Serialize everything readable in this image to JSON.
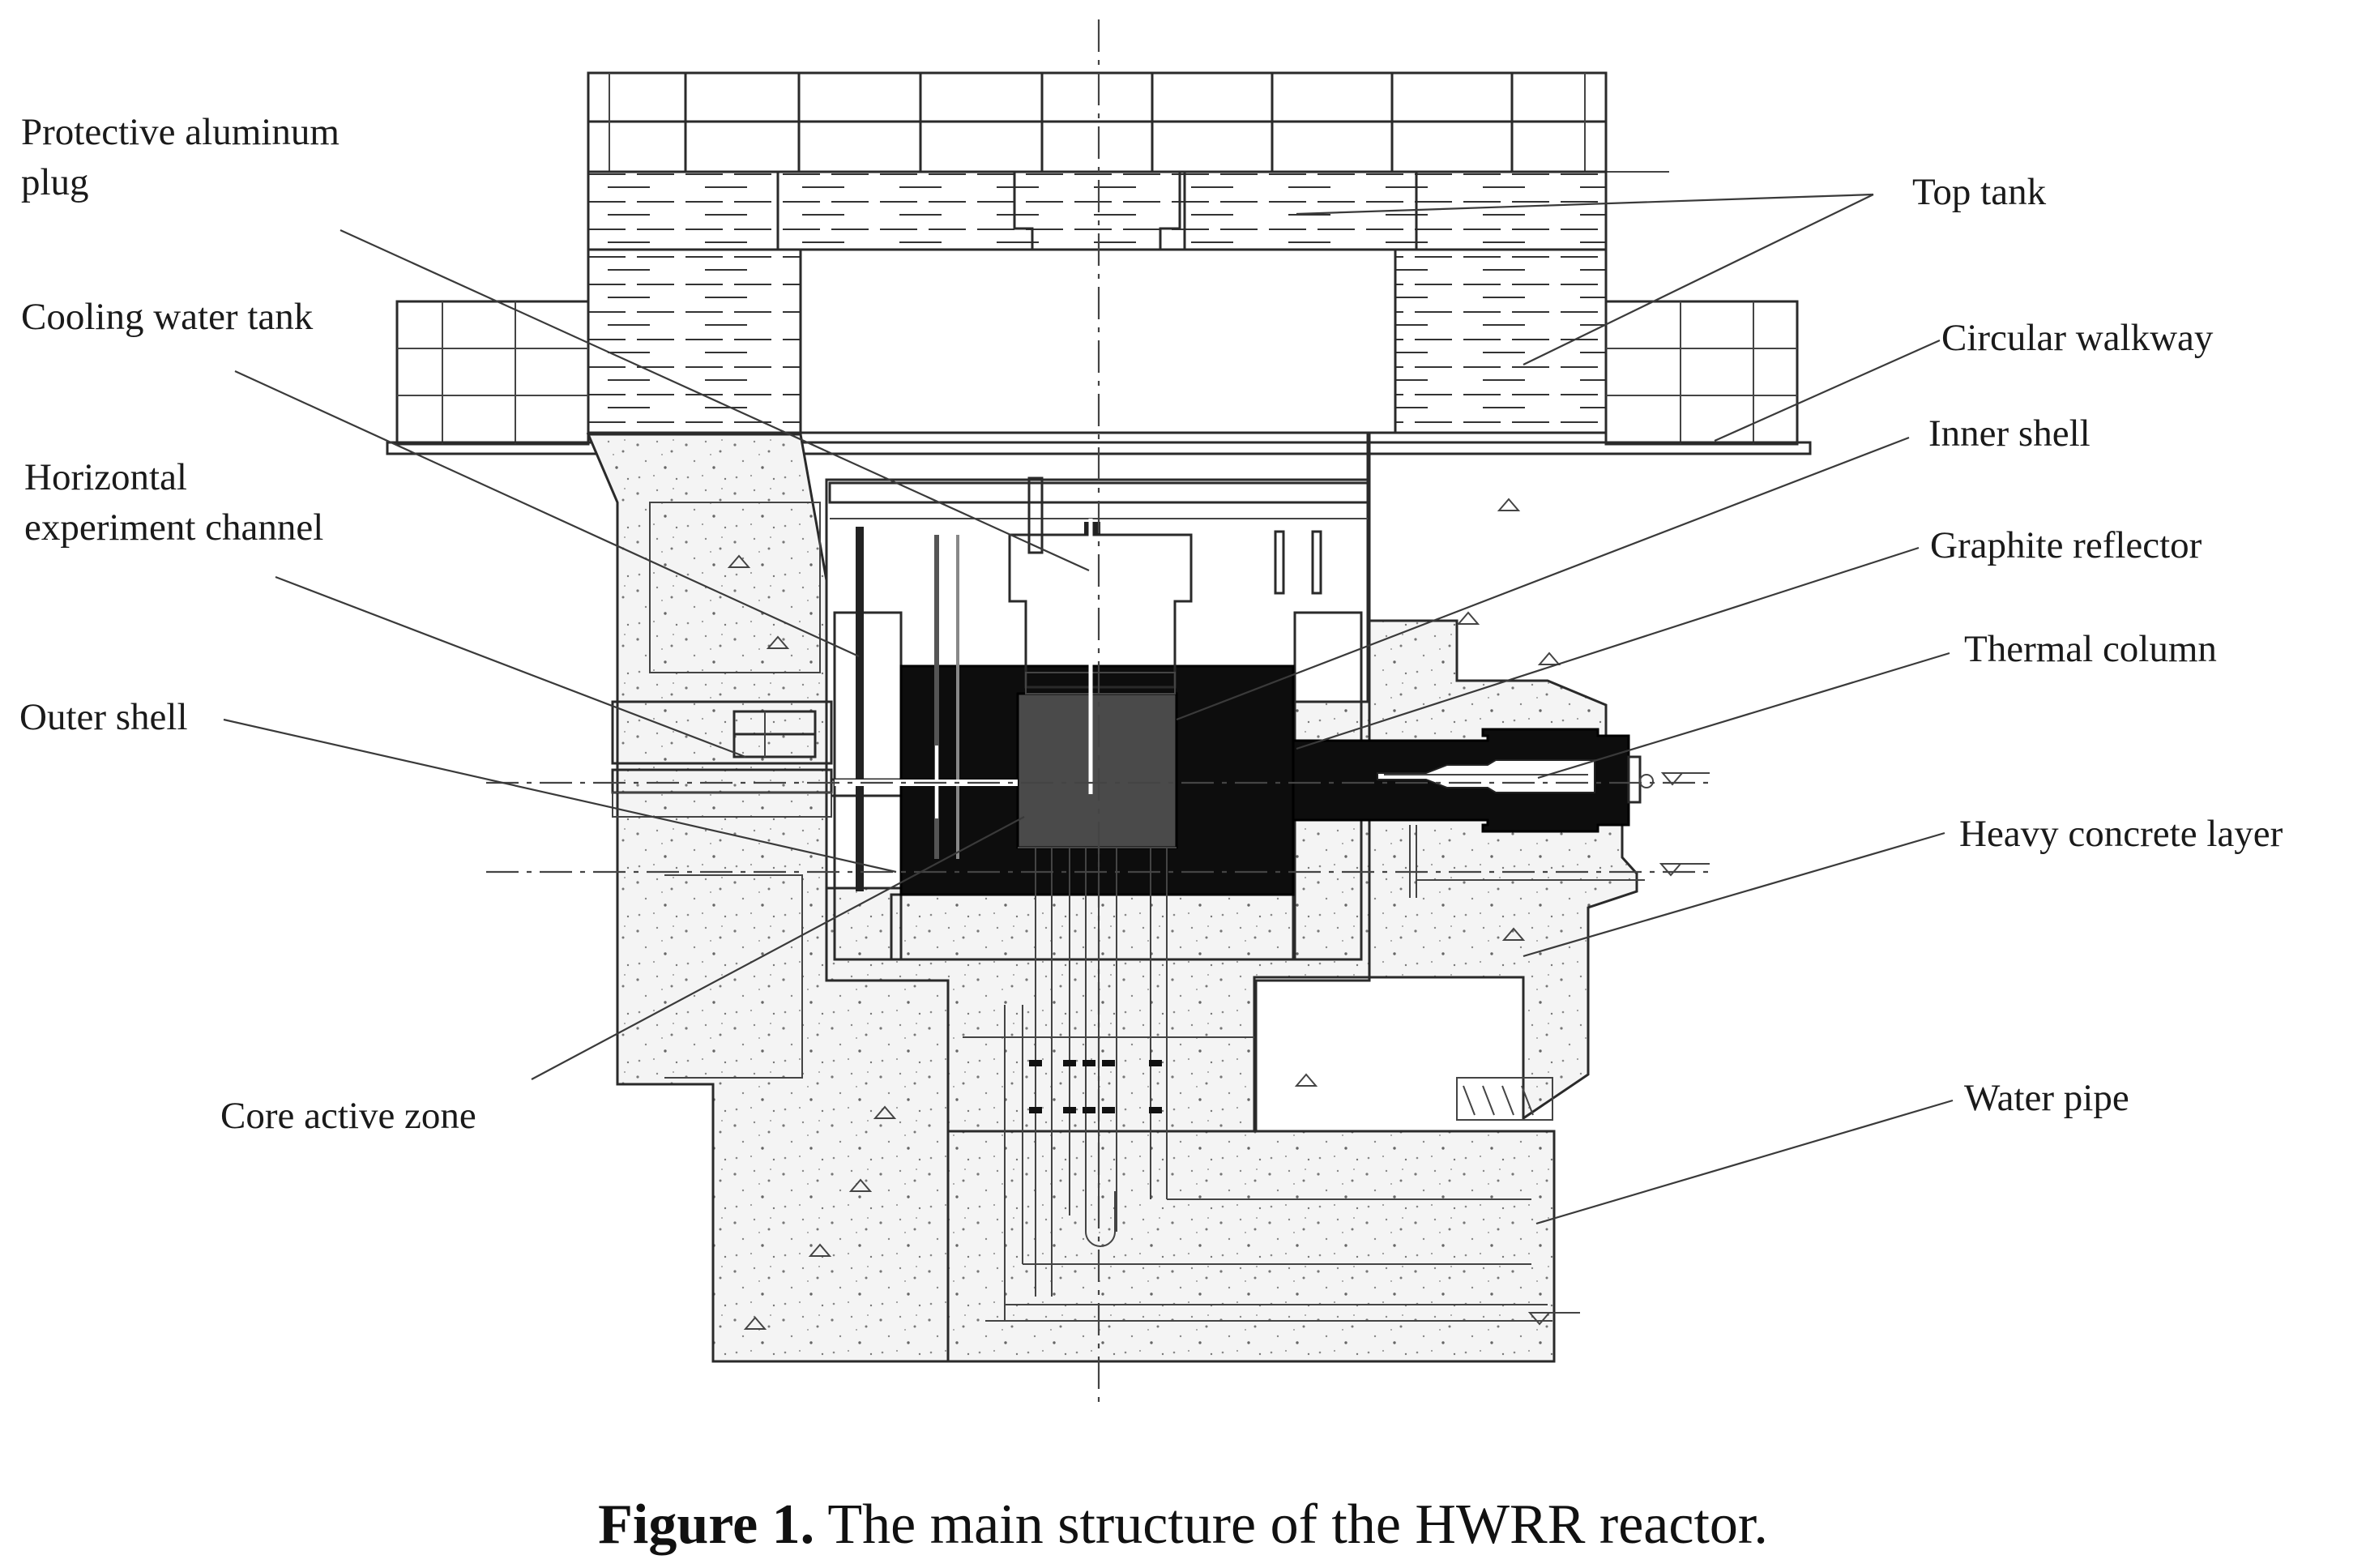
{
  "figure": {
    "labels": {
      "protective_aluminum_plug": [
        "Protective aluminum",
        "plug"
      ],
      "cooling_water_tank": "Cooling water tank",
      "horizontal_experiment_channel": [
        "Horizontal",
        "experiment channel"
      ],
      "outer_shell": "Outer shell",
      "core_active_zone": "Core active zone",
      "top_tank": "Top tank",
      "circular_walkway": "Circular walkway",
      "inner_shell": "Inner shell",
      "graphite_reflector": "Graphite reflector",
      "thermal_column": "Thermal column",
      "heavy_concrete_layer": "Heavy concrete layer",
      "water_pipe": "Water pipe"
    },
    "caption": {
      "bold": "Figure 1.",
      "text": " The main structure of the HWRR reactor."
    }
  },
  "colors": {
    "core_black": "#0d0d0d",
    "inner_shell_gray": "#a8a8a8",
    "core_gray": "#4a4a4a",
    "plug_gray": "#c4c4c4",
    "line": "#2a2a2a"
  }
}
